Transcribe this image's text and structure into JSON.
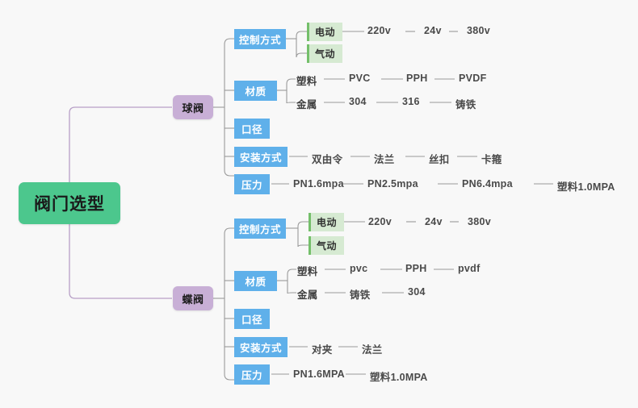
{
  "meta": {
    "background_color": "#f8f8f8",
    "root_color": "#4cc78d",
    "level1_color": "#c8afd6",
    "level2_color": "#5fb0ea",
    "chip_color": "#d6ead2",
    "chip_accent": "#74bf6a",
    "line_color": "#9a9a9a",
    "root_line_color": "#b79fc6"
  },
  "mindmap": {
    "root": {
      "label": "阀门选型"
    },
    "branches": [
      {
        "label": "球阀",
        "children": [
          {
            "label": "控制方式",
            "chips": [
              {
                "label": "电动",
                "leaves": [
                  "220v",
                  "24v",
                  "380v"
                ]
              },
              {
                "label": "气动",
                "leaves": []
              }
            ]
          },
          {
            "label": "材质",
            "groups": [
              {
                "label": "塑料",
                "leaves": [
                  "PVC",
                  "PPH",
                  "PVDF"
                ]
              },
              {
                "label": "金属",
                "leaves": [
                  "304",
                  "316",
                  "铸铁"
                ]
              }
            ]
          },
          {
            "label": "口径",
            "leaves": []
          },
          {
            "label": "安装方式",
            "leaves": [
              "双由令",
              "法兰",
              "丝扣",
              "卡箍"
            ]
          },
          {
            "label": "压力",
            "leaves": [
              "PN1.6mpa",
              "PN2.5mpa",
              "PN6.4mpa",
              "塑料1.0MPA"
            ]
          }
        ]
      },
      {
        "label": "蝶阀",
        "children": [
          {
            "label": "控制方式",
            "chips": [
              {
                "label": "电动",
                "leaves": [
                  "220v",
                  "24v",
                  "380v"
                ]
              },
              {
                "label": "气动",
                "leaves": []
              }
            ]
          },
          {
            "label": "材质",
            "groups": [
              {
                "label": "塑料",
                "leaves": [
                  "pvc",
                  "PPH",
                  "pvdf"
                ]
              },
              {
                "label": "金属",
                "leaves": [
                  "铸铁",
                  "304"
                ]
              }
            ]
          },
          {
            "label": "口径",
            "leaves": []
          },
          {
            "label": "安装方式",
            "leaves": [
              "对夹",
              "法兰"
            ]
          },
          {
            "label": "压力",
            "leaves": [
              "PN1.6MPA",
              "塑料1.0MPA"
            ]
          }
        ]
      }
    ]
  }
}
